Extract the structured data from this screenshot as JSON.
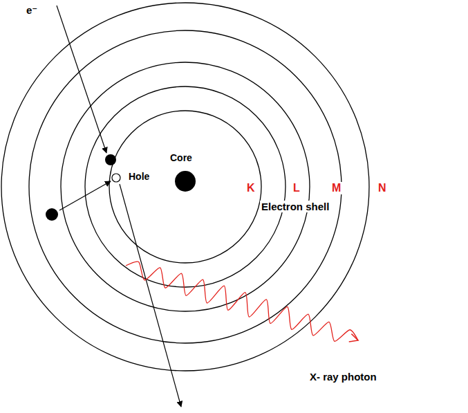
{
  "diagram": {
    "labels": [
      "e⁻",
      "Core",
      "Hole",
      "K",
      "L",
      "M",
      "N",
      "Electron shell",
      "X- ray photon"
    ]
  }
}
